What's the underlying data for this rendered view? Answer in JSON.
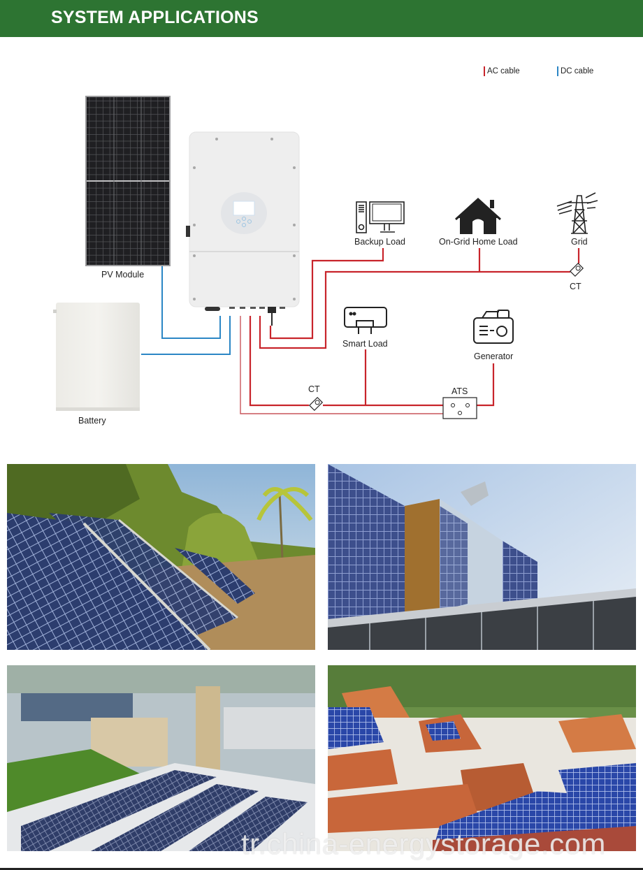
{
  "header": {
    "title": "SYSTEM APPLICATIONS",
    "background_color": "#2d7432"
  },
  "legend": {
    "ac": {
      "label": "AC cable",
      "color": "#c8242b"
    },
    "dc": {
      "label": "DC cable",
      "color": "#2b86c5"
    }
  },
  "diagram": {
    "components": {
      "pv_module": {
        "label": "PV Module",
        "icon": "solar-panel-icon"
      },
      "battery": {
        "label": "Battery",
        "icon": "battery-icon"
      },
      "inverter": {
        "label": "",
        "icon": "hybrid-inverter-icon"
      },
      "backup_load": {
        "label": "Backup Load",
        "icon": "computer-icon"
      },
      "on_grid_home_load": {
        "label": "On-Grid Home Load",
        "icon": "house-icon"
      },
      "grid": {
        "label": "Grid",
        "icon": "power-tower-icon"
      },
      "ct_grid": {
        "label": "CT",
        "icon": "current-transformer-icon"
      },
      "smart_load": {
        "label": "Smart Load",
        "icon": "air-conditioner-icon"
      },
      "generator": {
        "label": "Generator",
        "icon": "generator-icon"
      },
      "ct_generator": {
        "label": "CT",
        "icon": "current-transformer-icon"
      },
      "ats": {
        "label": "ATS",
        "icon": "ats-switch-icon"
      }
    }
  },
  "photos": [
    {
      "name": "ground-mount-solar-photo",
      "description": "Ground-mounted solar panel arrays among trees and palm"
    },
    {
      "name": "building-facade-solar-photo",
      "description": "Glass building facade with integrated solar panels"
    },
    {
      "name": "industrial-rooftop-solar-photo",
      "description": "Aerial view of factory rooftop covered with solar panels"
    },
    {
      "name": "residential-rooftop-solar-photo",
      "description": "Village houses with rooftop solar panels"
    }
  ],
  "watermark": "tr.china-energystorage.com"
}
